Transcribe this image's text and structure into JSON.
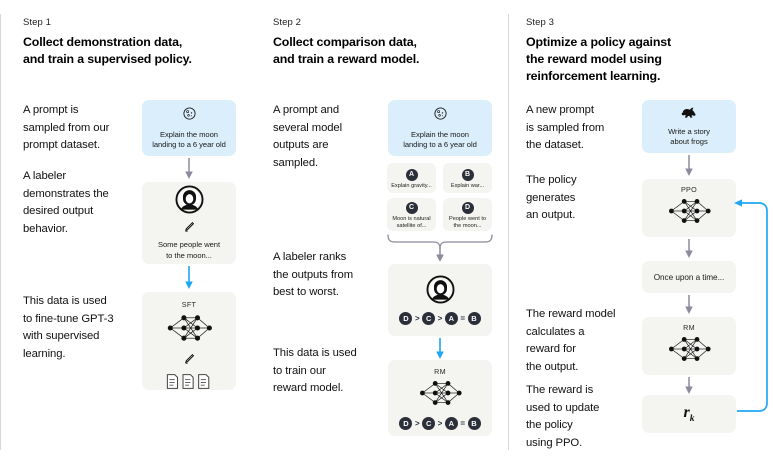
{
  "meta": {
    "title": "RLHF three-step training diagram",
    "accent_blue": "#1FA7F5",
    "card_blue": "#daeefb",
    "card_gray": "#f4f4f1",
    "badge_dark": "#2b2f3a",
    "arrow_gray": "#8b8b9e"
  },
  "columns": [
    {
      "step_label": "Step 1",
      "step_title": "Collect demonstration data,\nand train a supervised policy.",
      "paragraphs": [
        "A prompt is\nsampled from our\nprompt dataset.",
        "A labeler\ndemonstrates the\ndesired output\nbehavior.",
        "This data is used\nto fine-tune GPT-3\nwith supervised\nlearning."
      ],
      "cards": [
        {
          "name": "prompt-card",
          "icon": "moon-icon",
          "text": "Explain the moon\nlanding to a 6 year old"
        },
        {
          "name": "labeler-card",
          "icon": "labeler-icon",
          "text": "Some people went\nto the moon..."
        },
        {
          "name": "sft-model-card",
          "caption": "SFT",
          "icon": "neural-net-icon"
        }
      ]
    },
    {
      "step_label": "Step 2",
      "step_title": "Collect comparison data,\nand train a reward model.",
      "paragraphs": [
        "A prompt and\nseveral model\noutputs are\nsampled.",
        "A labeler ranks\nthe outputs from\nbest to worst.",
        "This data is used\nto train our\nreward model."
      ],
      "cards": [
        {
          "name": "prompt-card",
          "icon": "moon-icon",
          "text": "Explain the moon\nlanding to a 6 year old"
        },
        {
          "name": "ranking-card",
          "icon": "labeler-icon"
        },
        {
          "name": "rm-model-card",
          "caption": "RM",
          "icon": "neural-net-icon"
        }
      ],
      "options": [
        {
          "badge": "A",
          "text": "Explain gravity..."
        },
        {
          "badge": "B",
          "text": "Explain war..."
        },
        {
          "badge": "C",
          "text": "Moon is natural\nsatellite of..."
        },
        {
          "badge": "D",
          "text": "People went to\nthe moon..."
        }
      ],
      "ranking": [
        "D",
        ">",
        "C",
        ">",
        "A",
        "=",
        "B"
      ]
    },
    {
      "step_label": "Step 3",
      "step_title": "Optimize a policy against\nthe reward model using\nreinforcement learning.",
      "paragraphs": [
        "A new prompt\nis sampled from\nthe dataset.",
        "The policy\ngenerates\nan output.",
        "The reward model\ncalculates a\nreward for\nthe output.",
        "The reward is\nused to update\nthe policy\nusing PPO."
      ],
      "cards": [
        {
          "name": "new-prompt-card",
          "icon": "frog-icon",
          "text": "Write a story\nabout frogs"
        },
        {
          "name": "ppo-model-card",
          "caption": "PPO",
          "icon": "neural-net-icon"
        },
        {
          "name": "output-card",
          "text": "Once upon a time..."
        },
        {
          "name": "rm-model-card",
          "caption": "RM",
          "icon": "neural-net-icon"
        },
        {
          "name": "reward-card",
          "reward_symbol": "r",
          "reward_subscript": "k"
        }
      ]
    }
  ]
}
